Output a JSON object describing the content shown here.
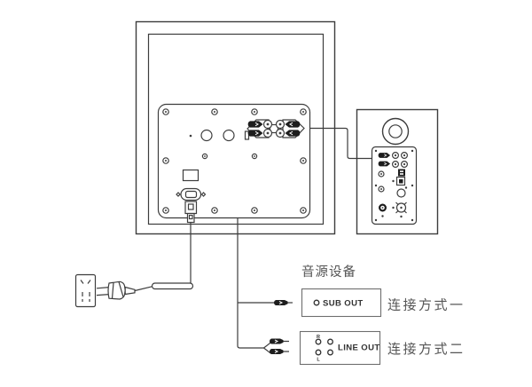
{
  "labels": {
    "audio_source_device": "音源设备",
    "sub_out": "SUB OUT",
    "line_out": "LINE OUT",
    "channel_right": "R",
    "channel_left": "L",
    "connection_method_1": "连接方式一",
    "connection_method_2": "连接方式二"
  },
  "colors": {
    "line_color": "#3d3d3d",
    "box_border_color": "#6e6e6e",
    "label_text_color": "#555555",
    "small_text_color": "#323232",
    "background_color": "#ffffff"
  }
}
